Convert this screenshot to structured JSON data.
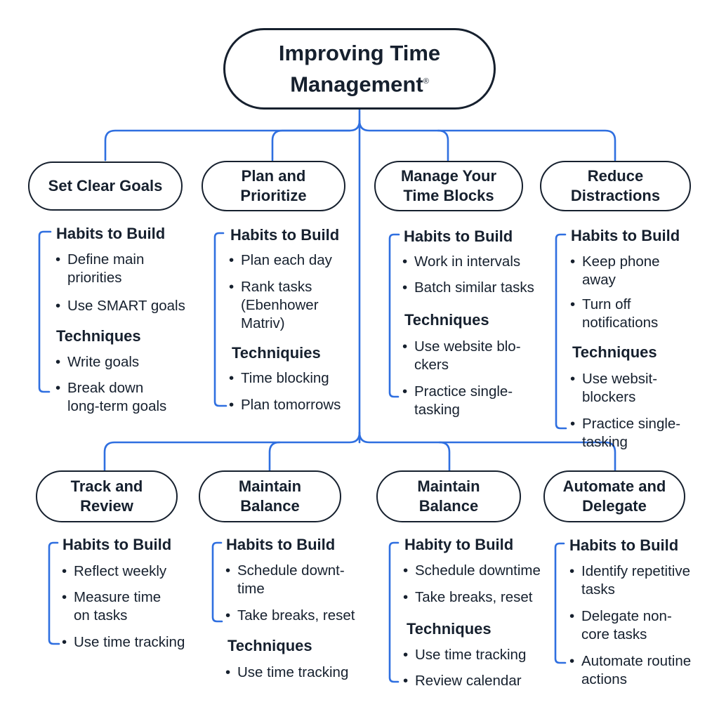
{
  "root": {
    "title_line1": "Improving Time",
    "title_line2": "Management",
    "mark": "®"
  },
  "colors": {
    "line": "#2f6fe0",
    "text": "#16202e",
    "border": "#16202e"
  },
  "nodes": [
    {
      "title_line1": "Set Clear Goals",
      "title_line2": "",
      "sections": [
        {
          "heading": "Habits to Build",
          "items": [
            [
              "Define main",
              "priorities"
            ],
            [
              "Use SMART goals"
            ]
          ]
        },
        {
          "heading": "Techniques",
          "items": [
            [
              "Write goals"
            ],
            [
              "Break down",
              "long-term goals"
            ]
          ]
        }
      ]
    },
    {
      "title_line1": "Plan and",
      "title_line2": "Prioritize",
      "sections": [
        {
          "heading": "Habits to Build",
          "items": [
            [
              "Plan each day"
            ],
            [
              "Rank tasks",
              "(Ebenhower",
              "Matriv)"
            ]
          ]
        },
        {
          "heading": "Techniquies",
          "items": [
            [
              "Time blocking"
            ],
            [
              "Plan tomorrows"
            ]
          ]
        }
      ]
    },
    {
      "title_line1": "Manage Your",
      "title_line2": "Time Blocks",
      "sections": [
        {
          "heading": "Habits to Build",
          "items": [
            [
              "Work in intervals"
            ],
            [
              "Batch similar tasks"
            ]
          ]
        },
        {
          "heading": "Techniques",
          "items": [
            [
              "Use website blo-",
              "ckers"
            ],
            [
              "Practice single-",
              "tasking"
            ]
          ]
        }
      ]
    },
    {
      "title_line1": "Reduce",
      "title_line2": "Distractions",
      "sections": [
        {
          "heading": "Habits to Build",
          "items": [
            [
              "Keep phone",
              "away"
            ],
            [
              "Turn off",
              "notifications"
            ]
          ]
        },
        {
          "heading": "Techniques",
          "items": [
            [
              "Use websit-",
              "blockers"
            ],
            [
              "Practice single-",
              "tasking"
            ]
          ]
        }
      ]
    },
    {
      "title_line1": "Track and",
      "title_line2": "Review",
      "sections": [
        {
          "heading": "Habits to Build",
          "items": [
            [
              "Reflect weekly"
            ],
            [
              "Measure time",
              "on tasks"
            ],
            [
              "Use time tracking"
            ]
          ]
        }
      ]
    },
    {
      "title_line1": "Maintain",
      "title_line2": "Balance",
      "sections": [
        {
          "heading": "Habits to Build",
          "items": [
            [
              "Schedule downt-",
              "time"
            ],
            [
              "Take breaks, reset"
            ]
          ]
        },
        {
          "heading": "Techniques",
          "items": [
            [
              "Use time tracking"
            ]
          ]
        }
      ]
    },
    {
      "title_line1": "Maintain",
      "title_line2": "Balance",
      "sections": [
        {
          "heading": "Habity to Build",
          "items": [
            [
              "Schedule downtime"
            ],
            [
              "Take breaks, reset"
            ]
          ]
        },
        {
          "heading": "Techniques",
          "items": [
            [
              "Use time tracking"
            ],
            [
              "Review calendar"
            ]
          ]
        }
      ]
    },
    {
      "title_line1": "Automate and",
      "title_line2": "Delegate",
      "sections": [
        {
          "heading": "Habits to Build",
          "items": [
            [
              "Identify repetitive",
              "tasks"
            ],
            [
              "Delegate non-",
              "core tasks"
            ],
            [
              "Automate routine",
              "actions"
            ]
          ]
        }
      ]
    }
  ]
}
